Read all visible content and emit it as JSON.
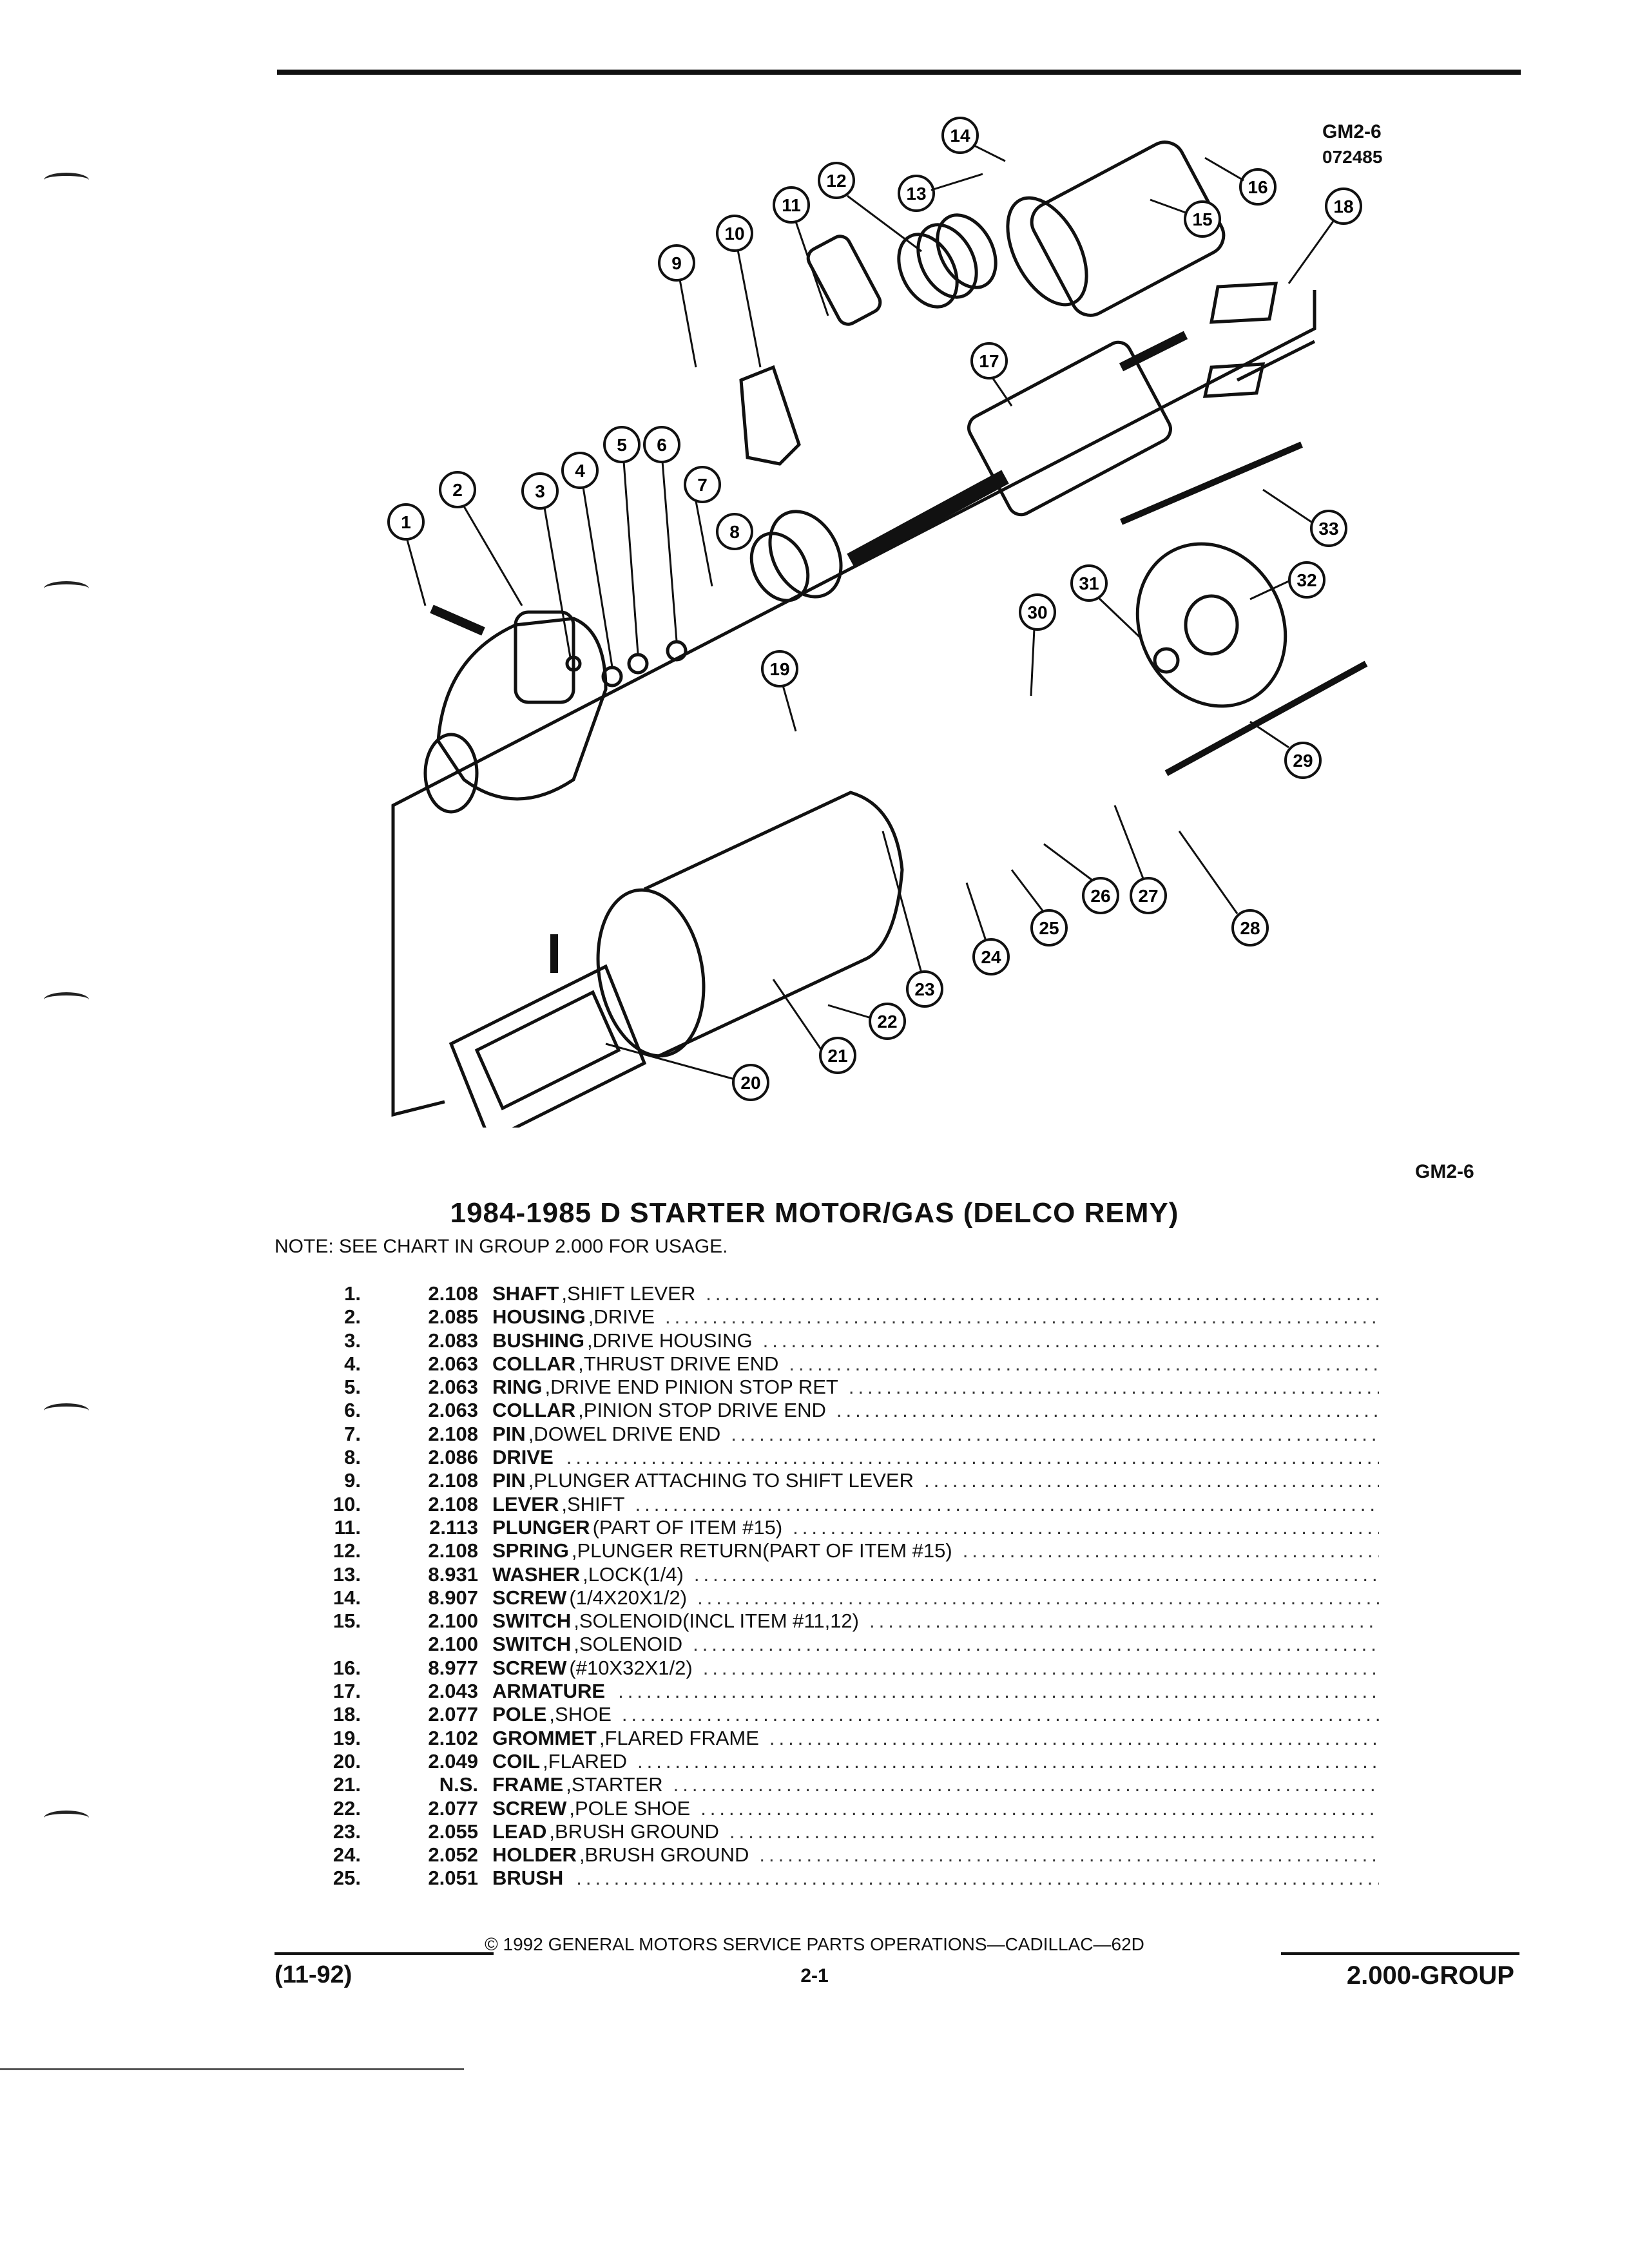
{
  "diagram": {
    "code": "GM2-6",
    "date_code": "072485",
    "callouts": [
      "1",
      "2",
      "3",
      "4",
      "5",
      "6",
      "7",
      "8",
      "9",
      "10",
      "11",
      "12",
      "13",
      "14",
      "15",
      "16",
      "17",
      "18",
      "19",
      "20",
      "21",
      "22",
      "23",
      "24",
      "25",
      "26",
      "27",
      "28",
      "29",
      "30",
      "31",
      "32",
      "33"
    ]
  },
  "figure_code": "GM2-6",
  "title": "1984-1985 D STARTER MOTOR/GAS (DELCO REMY)",
  "note": "NOTE: SEE CHART IN GROUP 2.000 FOR USAGE.",
  "parts": [
    {
      "num": "1.",
      "code": "2.108",
      "name": "SHAFT",
      "desc": ",SHIFT LEVER"
    },
    {
      "num": "2.",
      "code": "2.085",
      "name": "HOUSING",
      "desc": ",DRIVE"
    },
    {
      "num": "3.",
      "code": "2.083",
      "name": "BUSHING",
      "desc": ",DRIVE HOUSING"
    },
    {
      "num": "4.",
      "code": "2.063",
      "name": "COLLAR",
      "desc": ",THRUST DRIVE END"
    },
    {
      "num": "5.",
      "code": "2.063",
      "name": "RING",
      "desc": ",DRIVE END PINION STOP RET"
    },
    {
      "num": "6.",
      "code": "2.063",
      "name": "COLLAR",
      "desc": ",PINION STOP DRIVE END"
    },
    {
      "num": "7.",
      "code": "2.108",
      "name": "PIN",
      "desc": ",DOWEL DRIVE END"
    },
    {
      "num": "8.",
      "code": "2.086",
      "name": "DRIVE",
      "desc": ""
    },
    {
      "num": "9.",
      "code": "2.108",
      "name": "PIN",
      "desc": ",PLUNGER ATTACHING TO SHIFT LEVER"
    },
    {
      "num": "10.",
      "code": "2.108",
      "name": "LEVER",
      "desc": ",SHIFT"
    },
    {
      "num": "11.",
      "code": "2.113",
      "name": "PLUNGER",
      "desc": "(PART OF ITEM #15)"
    },
    {
      "num": "12.",
      "code": "2.108",
      "name": "SPRING",
      "desc": ",PLUNGER RETURN(PART OF ITEM #15)"
    },
    {
      "num": "13.",
      "code": "8.931",
      "name": "WASHER",
      "desc": ",LOCK(1/4)"
    },
    {
      "num": "14.",
      "code": "8.907",
      "name": "SCREW",
      "desc": "(1/4X20X1/2)"
    },
    {
      "num": "15.",
      "code": "2.100",
      "name": "SWITCH",
      "desc": ",SOLENOID(INCL ITEM #11,12)"
    },
    {
      "num": "",
      "code": "2.100",
      "name": "SWITCH",
      "desc": ",SOLENOID"
    },
    {
      "num": "16.",
      "code": "8.977",
      "name": "SCREW",
      "desc": "(#10X32X1/2)"
    },
    {
      "num": "17.",
      "code": "2.043",
      "name": "ARMATURE",
      "desc": ""
    },
    {
      "num": "18.",
      "code": "2.077",
      "name": "POLE",
      "desc": ",SHOE"
    },
    {
      "num": "19.",
      "code": "2.102",
      "name": "GROMMET",
      "desc": ",FLARED FRAME"
    },
    {
      "num": "20.",
      "code": "2.049",
      "name": "COIL",
      "desc": ",FLARED"
    },
    {
      "num": "21.",
      "code": "N.S.",
      "name": "FRAME",
      "desc": ",STARTER"
    },
    {
      "num": "22.",
      "code": "2.077",
      "name": "SCREW",
      "desc": ",POLE SHOE"
    },
    {
      "num": "23.",
      "code": "2.055",
      "name": "LEAD",
      "desc": ",BRUSH GROUND"
    },
    {
      "num": "24.",
      "code": "2.052",
      "name": "HOLDER",
      "desc": ",BRUSH GROUND"
    },
    {
      "num": "25.",
      "code": "2.051",
      "name": "BRUSH",
      "desc": ""
    }
  ],
  "footer": {
    "copyright": "© 1992 GENERAL MOTORS SERVICE PARTS OPERATIONS—CADILLAC—62D",
    "date": "(11-92)",
    "page": "2-1",
    "group": "2.000-GROUP"
  }
}
